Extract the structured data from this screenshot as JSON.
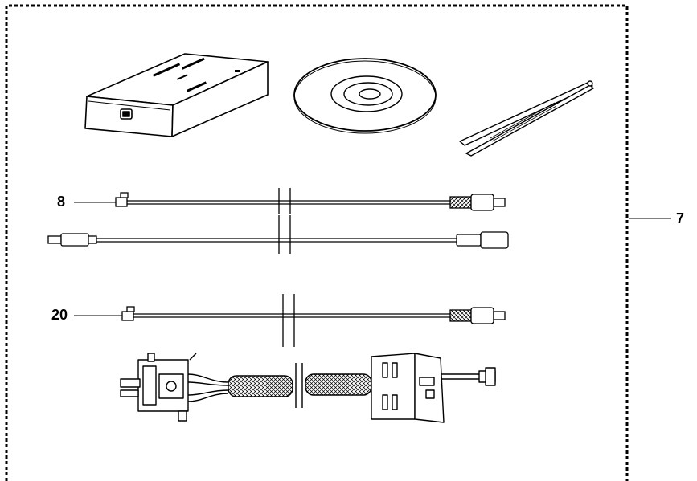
{
  "callouts": {
    "kit": "7",
    "harness_small": "8",
    "harness_large": "20"
  },
  "colors": {
    "ink": "#000000",
    "paper": "#ffffff",
    "mesh": "#777777"
  },
  "icons": {
    "kit_border": "dashed-frame",
    "module": "interface-box-icon",
    "disc": "cd-icon",
    "tool": "tweezers-icon",
    "cable": "cable-icon"
  }
}
